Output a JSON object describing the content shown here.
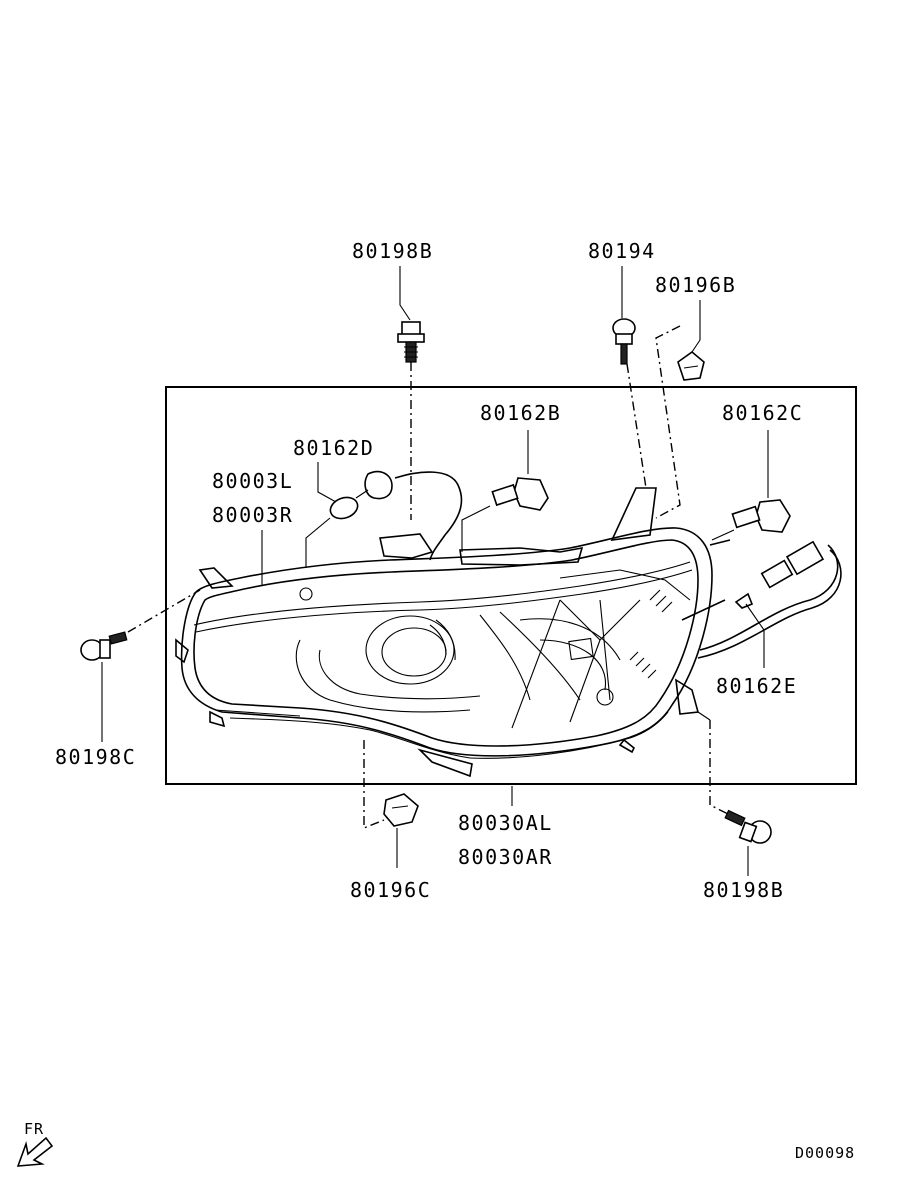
{
  "diagram": {
    "labels": {
      "bolt_top": "80198B",
      "screw_top": "80194",
      "clip_top": "80196B",
      "bulb_b": "80162B",
      "bulb_c": "80162C",
      "bulb_d": "80162D",
      "socket_l": "80003L",
      "socket_r": "80003R",
      "bolt_left": "80198C",
      "bulb_e": "80162E",
      "headlamp_l": "80030AL",
      "headlamp_r": "80030AR",
      "clip_bottom": "80196C",
      "bolt_right": "80198B"
    },
    "direction_label": "FR",
    "diagram_code": "D00098"
  }
}
